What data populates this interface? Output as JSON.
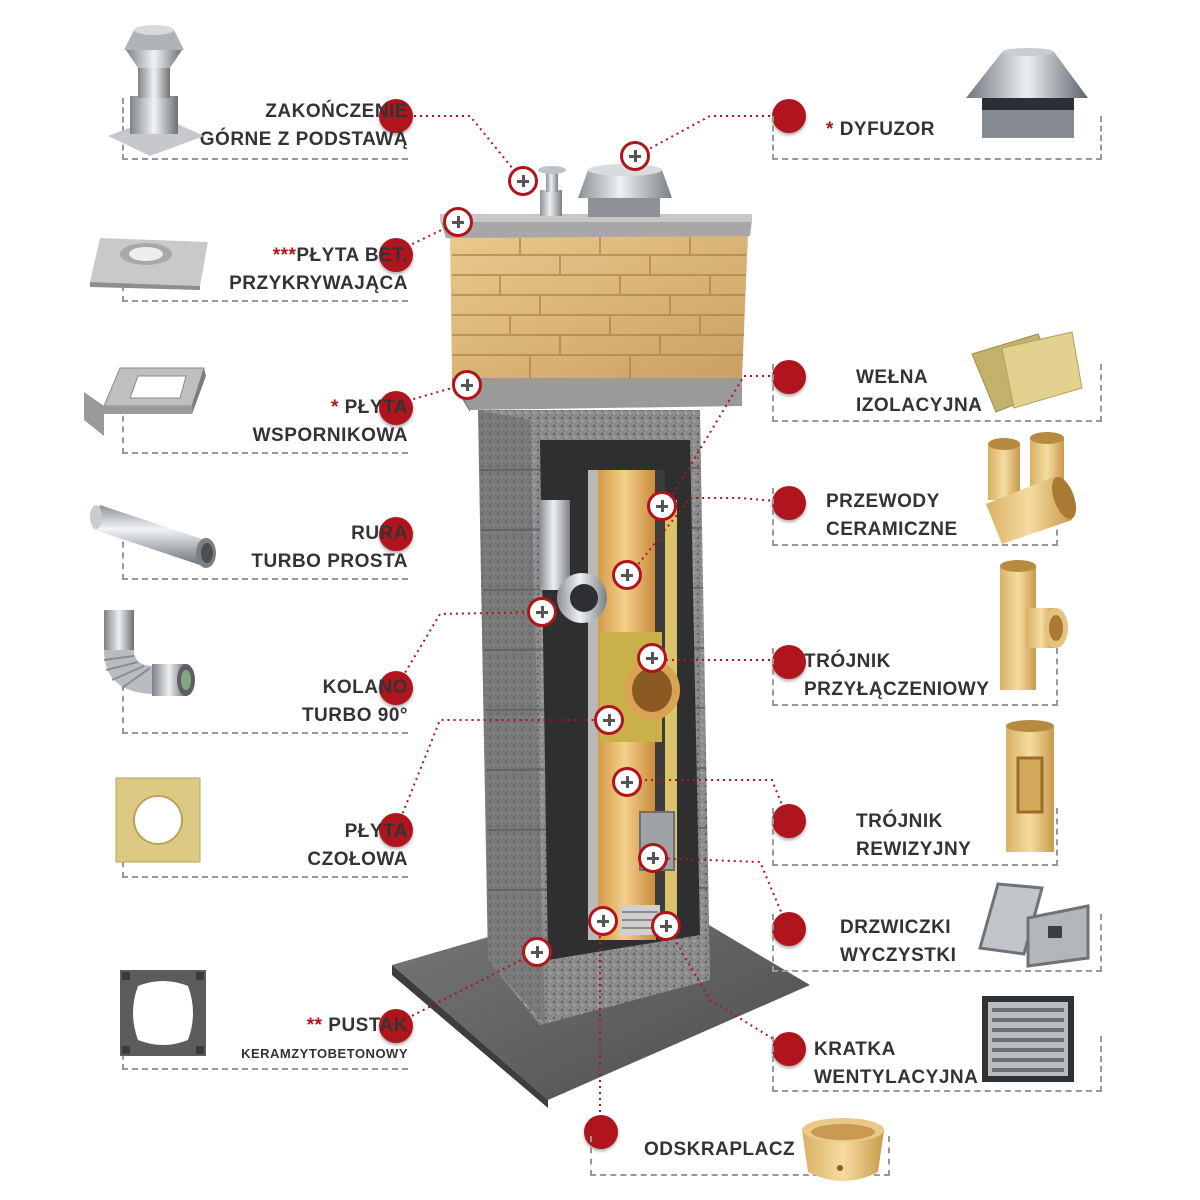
{
  "colors": {
    "accent": "#b0141c",
    "text": "#333333",
    "dash": "#999999"
  },
  "labels": {
    "zakonczenie": {
      "lines": [
        "ZAKOŃCZENIE",
        "GÓRNE Z PODSTAWĄ"
      ],
      "star": ""
    },
    "plyta_bet": {
      "lines": [
        "PŁYTA BET.",
        "PRZYKRYWAJĄCA"
      ],
      "star": "***"
    },
    "plyta_wsp": {
      "lines": [
        "PŁYTA",
        "WSPORNIKOWA"
      ],
      "star": "*"
    },
    "rura": {
      "lines": [
        "RURA",
        "TURBO PROSTA"
      ],
      "star": ""
    },
    "kolano": {
      "lines": [
        "KOLANO",
        "TURBO 90°"
      ],
      "star": ""
    },
    "plyta_czol": {
      "lines": [
        "PŁYTA",
        "CZOŁOWA"
      ],
      "star": ""
    },
    "pustak": {
      "lines": [
        "PUSTAK",
        "KERAMZYTOBETONOWY"
      ],
      "star": "**"
    },
    "dyfuzor": {
      "lines": [
        "DYFUZOR"
      ],
      "star": "*"
    },
    "welna": {
      "lines": [
        "WEŁNA",
        "IZOLACYJNA"
      ],
      "star": ""
    },
    "przewody": {
      "lines": [
        "PRZEWODY",
        "CERAMICZNE"
      ],
      "star": ""
    },
    "trojnik_p": {
      "lines": [
        "TRÓJNIK",
        "PRZYŁĄCZENIOWY"
      ],
      "star": ""
    },
    "trojnik_r": {
      "lines": [
        "TRÓJNIK",
        "REWIZYJNY"
      ],
      "star": ""
    },
    "drzwiczki": {
      "lines": [
        "DRZWICZKI",
        "WYCZYSTKI"
      ],
      "star": ""
    },
    "kratka": {
      "lines": [
        "KRATKA",
        "WENTYLACYJNA"
      ],
      "star": ""
    },
    "odskraplacz": {
      "lines": [
        "ODSKRAPLACZ"
      ],
      "star": ""
    }
  },
  "icons": [
    "top-cap-icon",
    "concrete-slab-icon",
    "bracket-plate-icon",
    "straight-pipe-icon",
    "elbow-pipe-icon",
    "front-plate-icon",
    "block-icon",
    "diffuser-icon",
    "wool-icon",
    "ceramic-pipes-icon",
    "tee-connector-icon",
    "tee-inspection-icon",
    "cleanout-door-icon",
    "vent-grille-icon",
    "condensate-trap-icon"
  ]
}
